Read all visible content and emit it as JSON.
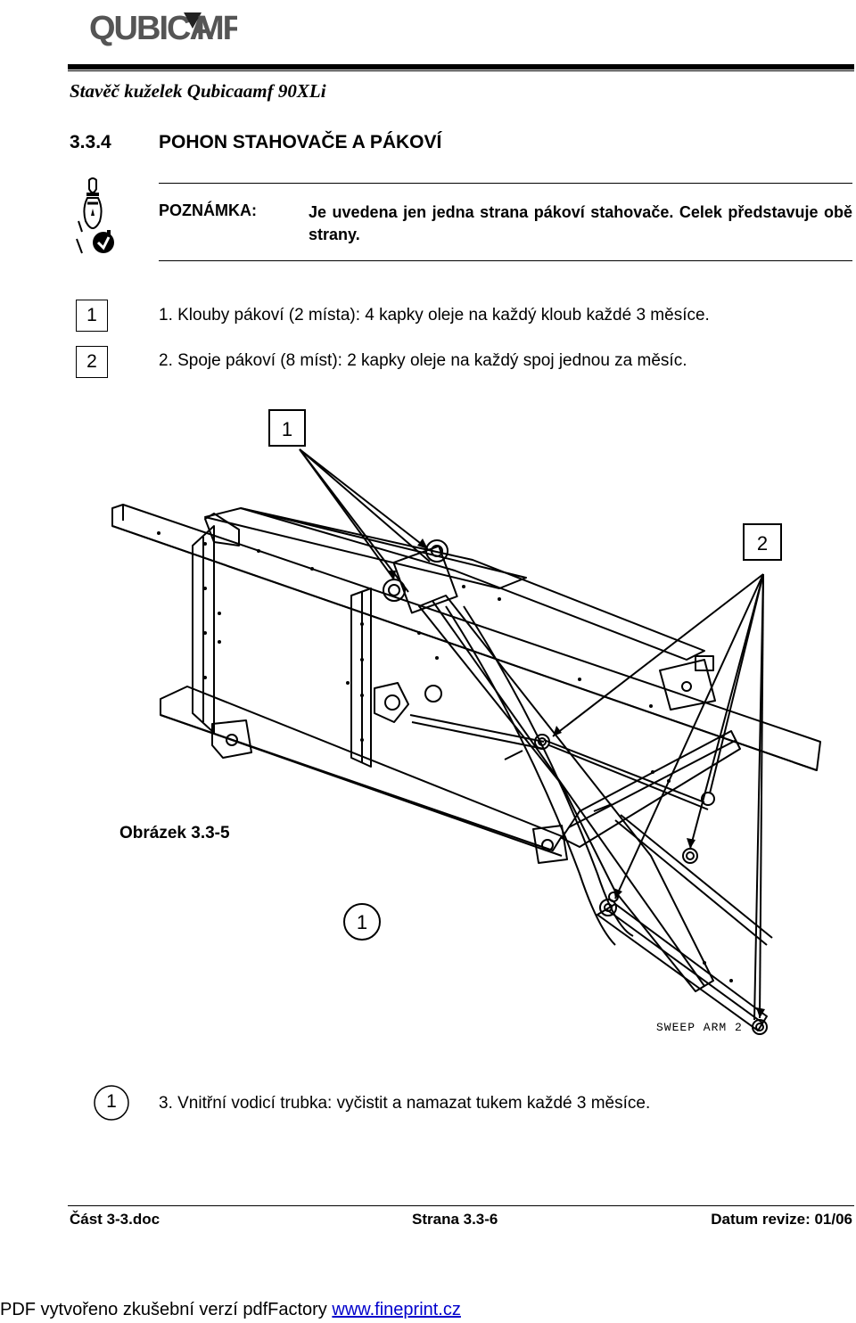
{
  "header": {
    "logo_text": "QUBICAAMF",
    "doc_title": "Stavěč kuželek Qubicaamf 90XLi"
  },
  "section": {
    "number": "3.3.4",
    "title": "POHON STAHOVAČE A PÁKOVÍ"
  },
  "note": {
    "icon": "bowling-pin-oil-icon",
    "label": "POZNÁMKA:",
    "text": "Je uvedena jen jedna strana pákoví stahovače. Celek představuje obě strany."
  },
  "items": [
    {
      "marker": "1",
      "text": "1. Klouby pákoví (2 místa): 4 kapky oleje na každý kloub každé 3 měsíce."
    },
    {
      "marker": "2",
      "text": "2. Spoje pákoví (8 míst): 2 kapky oleje na každý spoj jednou za měsíc."
    }
  ],
  "figure": {
    "callout_top": "1",
    "callout_right": "2",
    "callout_bottom": "1",
    "caption": "Obrázek 3.3-5",
    "drawing_label": "SWEEP ARM 2"
  },
  "item3": {
    "marker": "1",
    "text": "3. Vnitřní vodicí trubka: vyčistit a namazat tukem každé 3 měsíce."
  },
  "footer": {
    "left": "Část 3-3.doc",
    "center": "Strana 3.3-6",
    "right": "Datum revize: 01/06"
  },
  "pdf_banner": {
    "text": "PDF vytvořeno zkušební verzí pdfFactory ",
    "link": "www.fineprint.cz"
  }
}
